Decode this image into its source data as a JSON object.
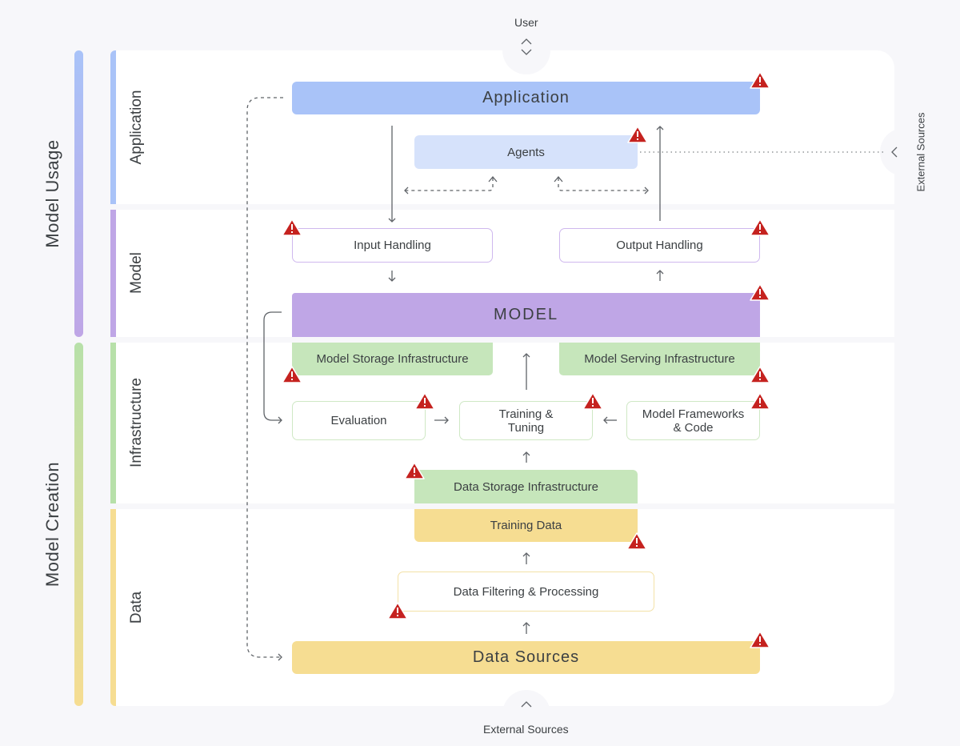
{
  "left_groups": {
    "usage": "Model Usage",
    "creation": "Model Creation"
  },
  "sections": {
    "application": "Application",
    "model": "Model",
    "infrastructure": "Infrastructure",
    "data": "Data"
  },
  "top_label": "User",
  "bottom_label": "External Sources",
  "right_label": "External Sources",
  "nodes": {
    "application": "Application",
    "agents": "Agents",
    "input_handling": "Input Handling",
    "output_handling": "Output Handling",
    "model": "MODEL",
    "model_storage": "Model Storage Infrastructure",
    "model_serving": "Model Serving Infrastructure",
    "evaluation": "Evaluation",
    "training_line1": "Training &",
    "training_line2": "Tuning",
    "frameworks_line1": "Model Frameworks",
    "frameworks_line2": "& Code",
    "data_storage": "Data Storage Infrastructure",
    "training_data": "Training Data",
    "data_filtering": "Data Filtering & Processing",
    "data_sources": "Data Sources"
  },
  "colors": {
    "application_blue": "#a9c3f8",
    "model_purple": "#bfa6e6",
    "infrastructure_green": "#b7e0a9",
    "data_yellow": "#f6dd92",
    "risk_red": "#c5221f"
  },
  "icons": {
    "risk": "warning-triangle-icon"
  }
}
